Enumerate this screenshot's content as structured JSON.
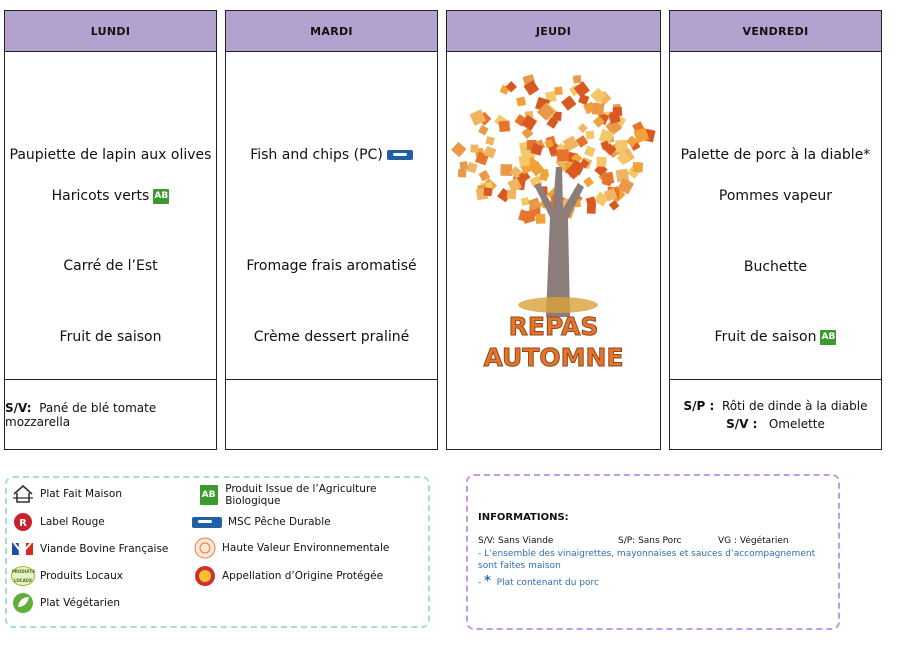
{
  "days": [
    {
      "name": "LUNDI",
      "dishes": [
        "Paupiette de lapin aux olives",
        "Haricots verts",
        "Carré de l’Est",
        "Fruit de saison"
      ],
      "alt": [
        {
          "label": "S/V:",
          "text": "Pané de blé tomate mozzarella"
        }
      ]
    },
    {
      "name": "MARDI",
      "dishes": [
        "Fish and chips (PC)",
        "Fromage frais aromatisé",
        "Crème dessert praliné"
      ]
    },
    {
      "name": "JEUDI",
      "special": "REPAS\nAUTOMNE"
    },
    {
      "name": "VENDREDI",
      "dishes": [
        "Palette de porc à la diable*",
        "Pommes vapeur",
        "Buchette",
        "Fruit de saison"
      ],
      "alt": [
        {
          "label": "S/P :",
          "text": "Rôti de dinde à la diable"
        },
        {
          "label": "S/V :",
          "text": "Omelette"
        }
      ]
    }
  ],
  "legend": [
    {
      "label": "Plat Fait Maison",
      "icon": "house-icon"
    },
    {
      "label": "Label Rouge",
      "icon": "label-rouge-icon"
    },
    {
      "label": "Viande Bovine Française",
      "icon": "viande-bovine-icon"
    },
    {
      "label": "Produits Locaux",
      "icon": "produits-locaux-icon",
      "icon_text": "PRODUITS LOCAUX"
    },
    {
      "label": "Plat Végétarien",
      "icon": "leaf-icon"
    },
    {
      "label": "Produit Issue de l’Agriculture Biologique",
      "icon": "ab-icon",
      "icon_text": "AB"
    },
    {
      "label": "MSC Pêche Durable",
      "icon": "msc-icon"
    },
    {
      "label": "Haute Valeur Environnementale",
      "icon": "hve-icon"
    },
    {
      "label": "Appellation d’Origine Protégée",
      "icon": "aop-icon"
    }
  ],
  "info": {
    "title": "INFORMATIONS:",
    "sv": "S/V: Sans Viande",
    "sp": "S/P: Sans Porc",
    "vg": "VG : Végétarien",
    "note1": "- L’ensemble des vinaigrettes, mayonnaises et sauces d’accompagnement sont faites maison",
    "note2_prefix": "- ",
    "note2_star": "*",
    "note2": "Plat contenant du porc"
  },
  "colors": {
    "header": "#b3a2cf",
    "legend_border": "#a6e0d4",
    "info_border": "#c49ae0",
    "ab_green": "#3a9a2e",
    "info_blue": "#2f6fb3",
    "autumn_orange": "#e8732b"
  }
}
